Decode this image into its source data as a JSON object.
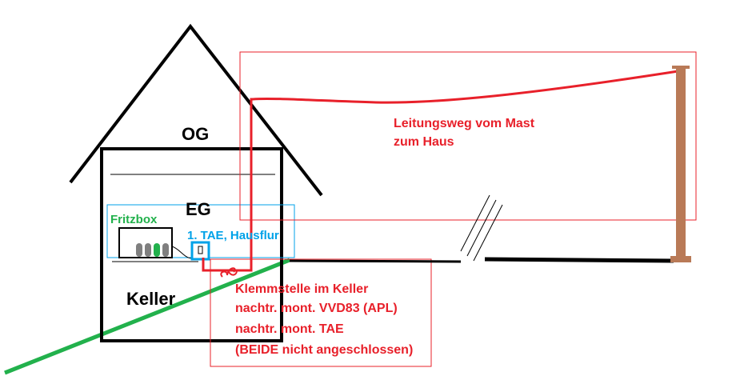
{
  "colors": {
    "red": "#e8202a",
    "green": "#22b14c",
    "cyan": "#00a2e8",
    "black": "#000000",
    "mast": "#b97a57",
    "grey": "#7f7f7f"
  },
  "floors": {
    "og": "OG",
    "eg": "EG",
    "keller": "Keller"
  },
  "fritzbox": {
    "label": "Fritzbox"
  },
  "tae": {
    "label": "1. TAE, Hausflur"
  },
  "mast_route": {
    "lines": [
      "Leitungsweg vom Mast",
      "zum Haus"
    ]
  },
  "cellar_note": {
    "lines": [
      "Klemmstelle im Keller",
      "nachtr. mont. VVD83 (APL)",
      "nachtr. mont. TAE",
      "(BEIDE nicht angeschlossen)"
    ]
  }
}
